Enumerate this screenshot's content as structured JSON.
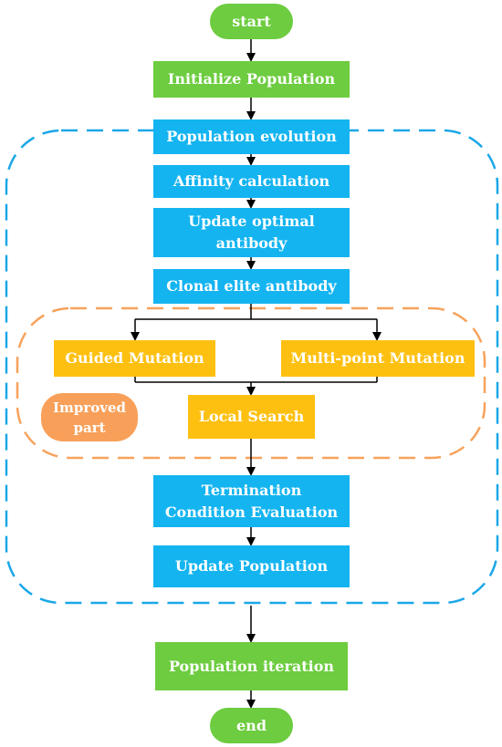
{
  "diagram": {
    "start": "start",
    "init": "Initialize Population",
    "evolution": "Population evolution",
    "affinity": "Affinity calculation",
    "update_optimal": "Update optimal antibody",
    "clonal": "Clonal elite antibody",
    "guided": "Guided Mutation",
    "multipoint": "Multi-point Mutation",
    "improved": "Improved part",
    "local": "Local Search",
    "termination": "Termination Condition Evaluation",
    "update_pop": "Update Population",
    "iteration": "Population iteration",
    "end": "end"
  },
  "colors": {
    "terminal": "#6dcc3f",
    "process": "#14b4f0",
    "improved_step": "#fec010",
    "improved_label": "#f8a059",
    "outer_boundary": "#1aa7e8",
    "inner_boundary": "#f7a25c"
  }
}
